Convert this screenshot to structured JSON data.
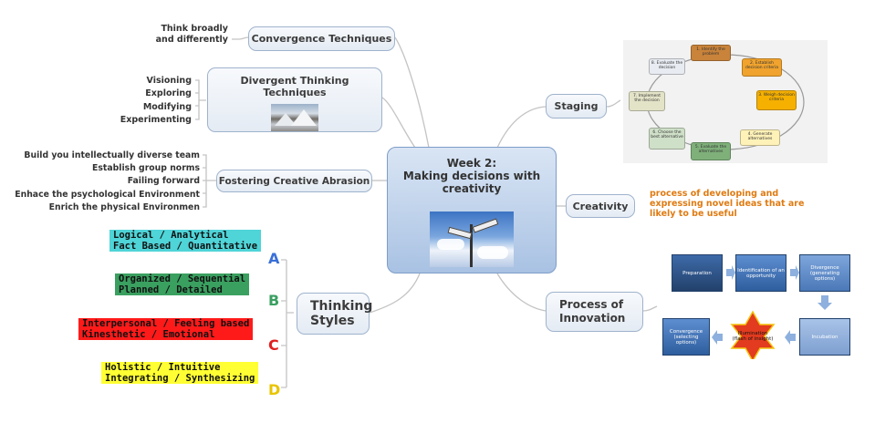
{
  "center": {
    "title_line1": "Week 2:",
    "title_line2": "Making decisions with",
    "title_line3": "creativity"
  },
  "convergence": {
    "label": "Convergence Techniques",
    "leaf_line1": "Think broadly",
    "leaf_line2": "and differently"
  },
  "divergent": {
    "label": "Divergent Thinking Techniques",
    "leaves": [
      "Visioning",
      "Exploring",
      "Modifying",
      "Experimenting"
    ]
  },
  "fostering": {
    "label": "Fostering Creative Abrasion",
    "leaves": [
      "Build you intellectually diverse team",
      "Establish group norms",
      "Failing forward",
      "Enhace the psychological Environment",
      "Enrich the physical Environmen"
    ]
  },
  "thinking_styles": {
    "label_line1": "Thinking",
    "label_line2": "Styles",
    "styles": [
      {
        "letter": "A",
        "line1": "Logical / Analytical",
        "line2": "Fact Based / Quantitative",
        "bg": "#4fd4d8",
        "color": "#3a6fd8"
      },
      {
        "letter": "B",
        "line1": "Organized / Sequential",
        "line2": "Planned / Detailed",
        "bg": "#3aa060",
        "color": "#3aa060"
      },
      {
        "letter": "C",
        "line1": "Interpersonal / Feeling based",
        "line2": "Kinesthetic / Emotional",
        "bg": "#ff1a1a",
        "color": "#e02020"
      },
      {
        "letter": "D",
        "line1": "Holistic / Intuitive",
        "line2": "Integrating / Synthesizing",
        "bg": "#ffff33",
        "color": "#e8c400"
      }
    ]
  },
  "staging": {
    "label": "Staging",
    "steps": [
      "1. Identify the problem",
      "2. Establish decision criteria",
      "3. Weigh decision criteria",
      "4. Generate alternatives",
      "5. Evaluate the alternatives",
      "6. Choose the best alternative",
      "7. Implement the decision",
      "8. Evaluate the decision"
    ],
    "colors": [
      "#c9833a",
      "#f0a32e",
      "#f5b000",
      "#fff2b8",
      "#7fb07a",
      "#cfe0c8",
      "#e3e3c8",
      "#e8ecf2"
    ]
  },
  "creativity": {
    "label": "Creativity",
    "definition": "process of developing and expressing novel ideas that are likely to be useful",
    "accent": "#e07b12"
  },
  "innovation": {
    "label_line1": "Process of",
    "label_line2": "Innovation",
    "steps": {
      "preparation": "Preparation",
      "identification": "Identification of an opportunity",
      "divergence": "Divergence (generating options)",
      "incubation": "Incubation",
      "illumination": "Illumination (flash of insight)",
      "convergence": "Convergence (selecting options)"
    }
  }
}
